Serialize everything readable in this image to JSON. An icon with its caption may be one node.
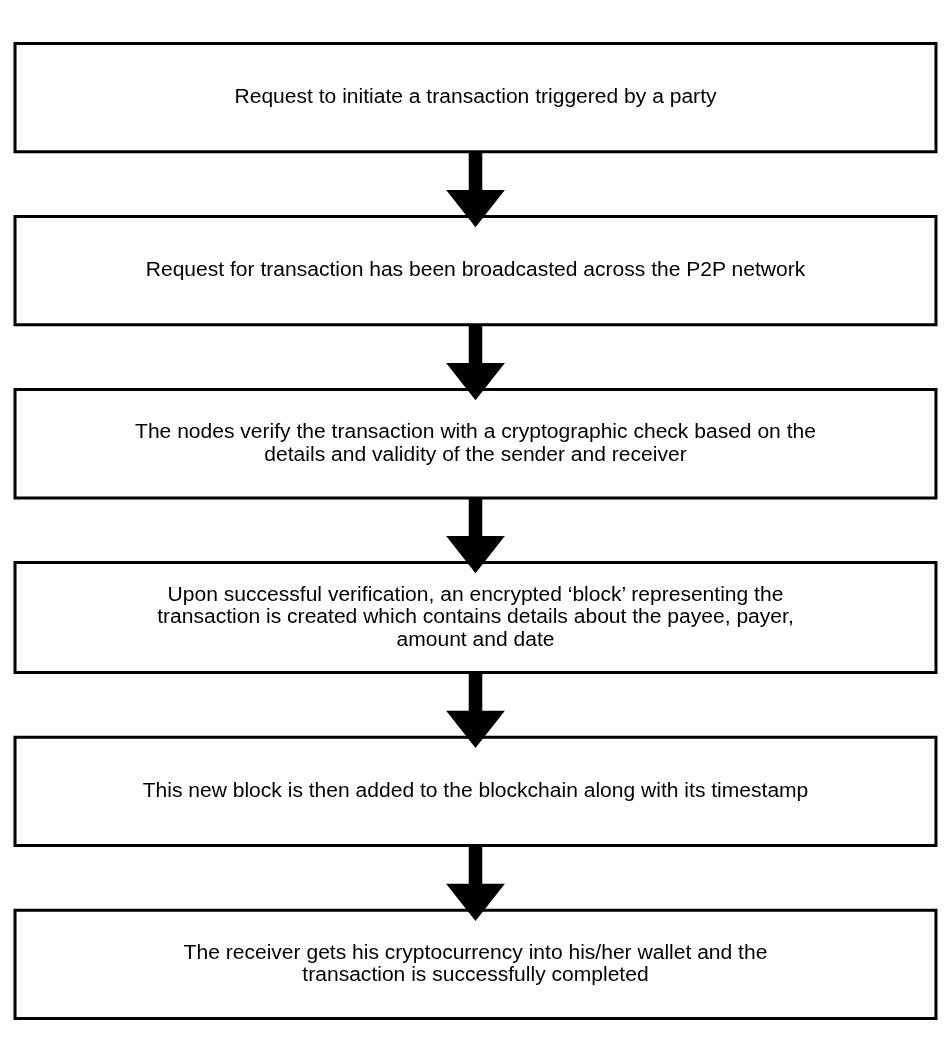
{
  "diagram": {
    "nodes": [
      {
        "text": [
          "Request to initiate a transaction triggered by a party"
        ]
      },
      {
        "text": [
          "Request for transaction has been broadcasted across the P2P network"
        ]
      },
      {
        "text": [
          "The nodes verify the transaction with a cryptographic check based on the details and validity of the sender and receiver"
        ]
      },
      {
        "text": [
          "Upon successful verification, an encrypted ‘block’ representing the transaction is created which contains details about the payee, payer, amount and date"
        ]
      },
      {
        "text": [
          "This new block is then added to the blockchain along with its timestamp"
        ]
      },
      {
        "text": [
          "The receiver gets his cryptocurrency into his/her wallet and the transaction is successfully completed"
        ]
      }
    ],
    "edges": [
      {
        "from": 0,
        "to": 1,
        "arrow": "to"
      },
      {
        "from": 1,
        "to": 2,
        "arrow": "to"
      },
      {
        "from": 2,
        "to": 3,
        "arrow": "to"
      },
      {
        "from": 3,
        "to": 4,
        "arrow": "to"
      },
      {
        "from": 4,
        "to": 5,
        "arrow": "to"
      }
    ]
  }
}
